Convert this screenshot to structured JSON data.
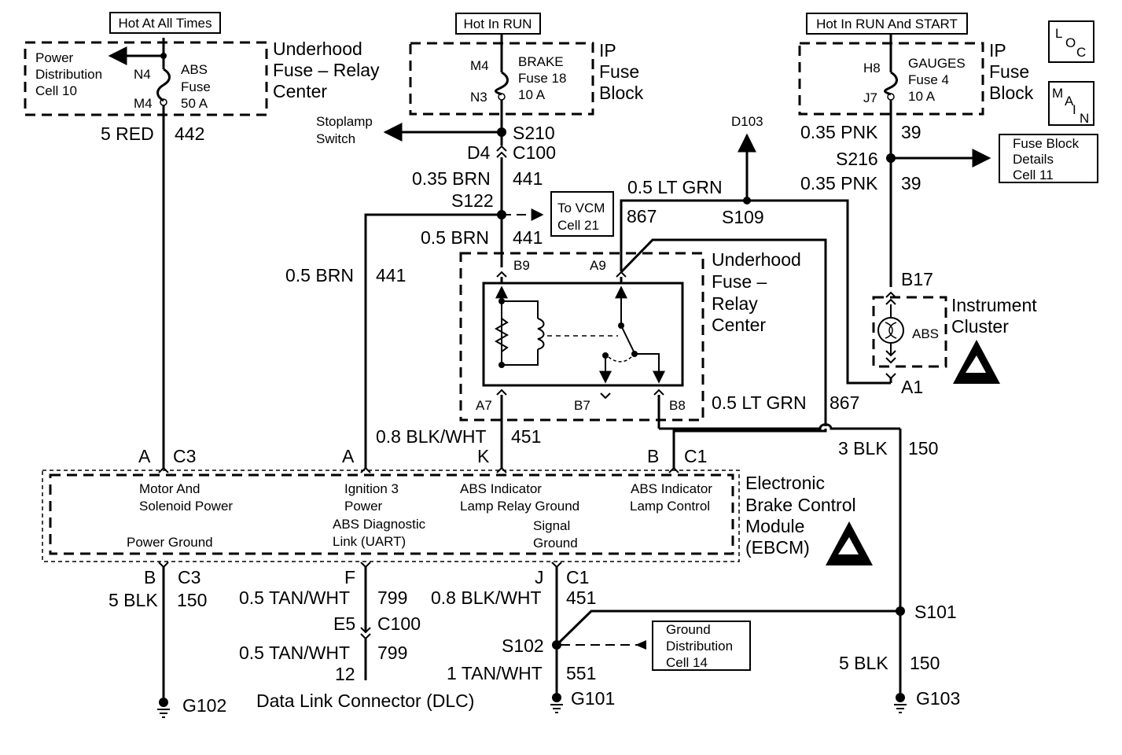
{
  "hot": {
    "all_times": "Hot At All Times",
    "run": "Hot In RUN",
    "run_start": "Hot In RUN And START"
  },
  "corner": {
    "loc": [
      "L",
      "O",
      "C"
    ],
    "main": [
      "M",
      "A",
      "I",
      "N"
    ]
  },
  "underhood_fuse": {
    "title": [
      "Underhood",
      "Fuse – Relay",
      "Center"
    ],
    "feed": [
      "Power",
      "Distribution",
      "Cell 10"
    ],
    "pin_in": "N4",
    "pin_out": "M4",
    "fuse": [
      "ABS",
      "Fuse",
      "50 A"
    ],
    "wire": "5 RED",
    "circuit": "442"
  },
  "ip_brake": {
    "title": [
      "IP",
      "Fuse",
      "Block"
    ],
    "pin_in": "M4",
    "pin_out": "N3",
    "fuse": [
      "BRAKE",
      "Fuse 18",
      "10 A"
    ]
  },
  "ip_gauges": {
    "title": [
      "IP",
      "Fuse",
      "Block"
    ],
    "pin_in": "H8",
    "pin_out": "J7",
    "fuse": [
      "GAUGES",
      "Fuse 4",
      "10 A"
    ]
  },
  "brake_branch": {
    "splice": "S210",
    "stoplamp": [
      "Stoplamp",
      "Switch"
    ],
    "conn_pin": "D4",
    "conn": "C100",
    "w1": "0.35 BRN",
    "c1": "441",
    "splice2": "S122",
    "vcm": [
      "To VCM",
      "Cell 21"
    ],
    "w2": "0.5 BRN",
    "c2": "441",
    "w3": "0.5 BRN",
    "c3": "441"
  },
  "gauges_branch": {
    "w1": "0.35 PNK",
    "c1": "39",
    "splice": "S216",
    "details": [
      "Fuse Block",
      "Details",
      "Cell 11"
    ],
    "w2": "0.35 PNK",
    "c2": "39"
  },
  "lamp_ctrl": {
    "d103": "D103",
    "wire": "0.5 LT GRN",
    "circuit": "867",
    "splice": "S109",
    "wire_lower": "0.5 LT GRN",
    "circuit_lower": "867"
  },
  "relay": {
    "title": [
      "Underhood",
      "Fuse –",
      "Relay",
      "Center"
    ],
    "pins": {
      "b9": "B9",
      "a9": "A9",
      "a7": "A7",
      "b7": "B7",
      "b8": "B8"
    }
  },
  "cluster": {
    "pin_top": "B17",
    "pin_bot": "A1",
    "lamp": "ABS",
    "title": [
      "Instrument",
      "Cluster"
    ]
  },
  "mid": {
    "ground_wire": "0.8 BLK/WHT",
    "ground_circuit": "451",
    "blk": "3 BLK",
    "blk_circuit": "150"
  },
  "ebcm": {
    "title": [
      "Electronic",
      "Brake Control",
      "Module",
      "(EBCM)"
    ],
    "top_pins": {
      "a_c3": "A",
      "c3": "C3",
      "a2": "A",
      "k": "K",
      "b_c1": "B",
      "c1": "C1"
    },
    "labels": {
      "motor": [
        "Motor And",
        "Solenoid Power"
      ],
      "ign": [
        "Ignition 3",
        "Power"
      ],
      "abs_gnd": [
        "ABS Indicator",
        "Lamp Relay Ground"
      ],
      "abs_ctrl": [
        "ABS Indicator",
        "Lamp Control"
      ],
      "power_gnd": "Power Ground",
      "uart": [
        "ABS Diagnostic",
        "Link (UART)"
      ],
      "signal_gnd": [
        "Signal",
        "Ground"
      ]
    },
    "bottom_pins": {
      "b": "B",
      "c3": "C3",
      "f": "F",
      "j": "J",
      "c1": "C1"
    }
  },
  "bottom": {
    "blk_left": "5 BLK",
    "blk_left_c": "150",
    "g102": "G102",
    "tan1": "0.5 TAN/WHT",
    "tan1_c": "799",
    "e5": "E5",
    "c100": "C100",
    "tan2": "0.5 TAN/WHT",
    "tan2_c": "799",
    "dlc_pin": "12",
    "dlc": "Data Link Connector (DLC)",
    "blkwht": "0.8 BLK/WHT",
    "blkwht_c": "451",
    "s102": "S102",
    "gnd_dist": [
      "Ground",
      "Distribution",
      "Cell 14"
    ],
    "tan3": "1 TAN/WHT",
    "tan3_c": "551",
    "g101": "G101",
    "s101": "S101",
    "blk_right": "5 BLK",
    "blk_right_c": "150",
    "g103": "G103"
  }
}
